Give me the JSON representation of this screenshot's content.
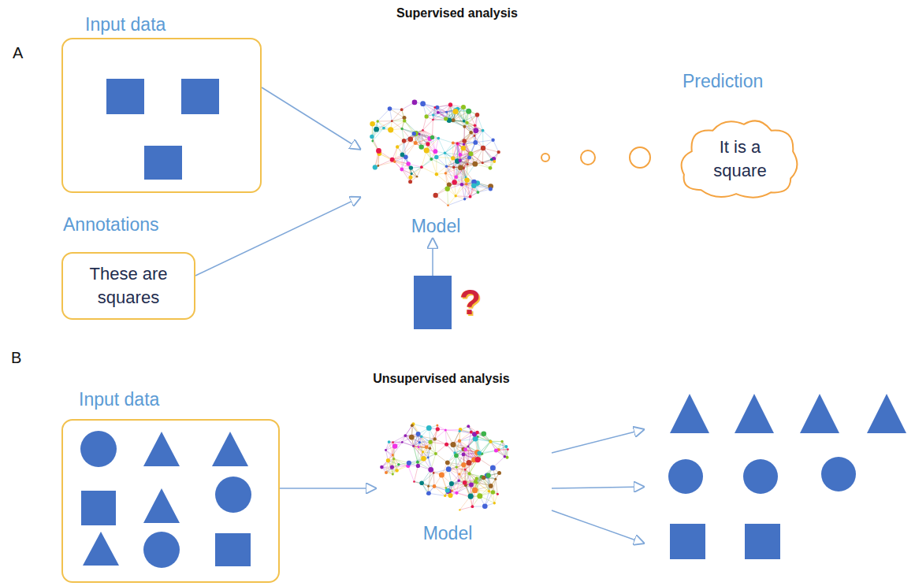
{
  "diagram": {
    "nodes": [
      {
        "text": [
          "Input data"
        ]
      },
      {
        "text": [
          "Annotations",
          "These are squares"
        ]
      },
      {
        "text": [
          "Model"
        ]
      },
      {
        "text": [
          "?"
        ]
      },
      {
        "text": [
          "Prediction",
          "It is a square"
        ]
      },
      {
        "text": [
          "Input data"
        ]
      },
      {
        "text": [
          "Model"
        ]
      }
    ],
    "edges": [
      {
        "from": 0,
        "to": 2,
        "arrow": "to"
      },
      {
        "from": 1,
        "to": 2,
        "arrow": "to"
      },
      {
        "from": 3,
        "to": 2,
        "arrow": "to"
      },
      {
        "from": 5,
        "to": 6,
        "arrow": "to"
      }
    ],
    "labels": [
      "Supervised analysis",
      "A",
      "B",
      "Unsupervised analysis"
    ]
  }
}
